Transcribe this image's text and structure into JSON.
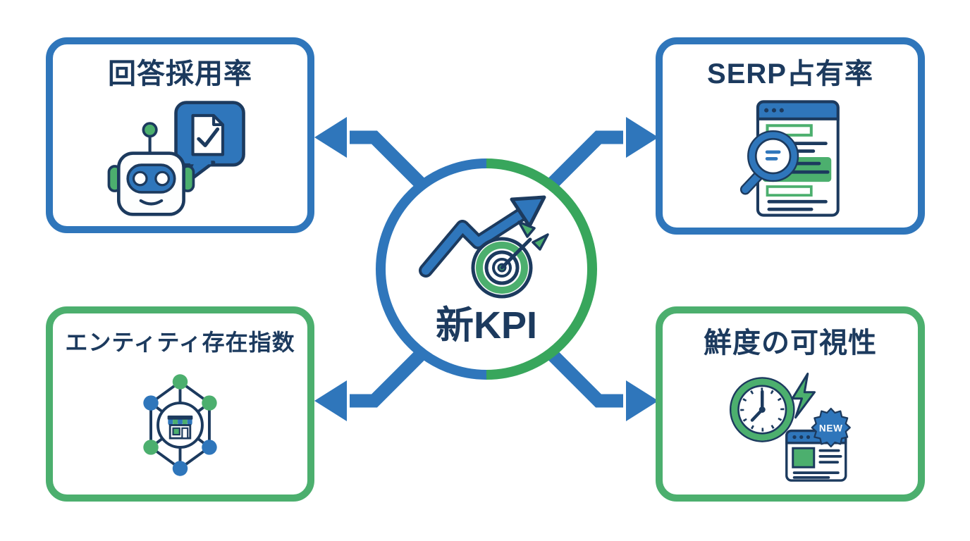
{
  "diagram": {
    "type": "hub-and-spoke",
    "description": "New KPI diagram with four metric boxes connected by outward arrows from a central circle"
  },
  "palette": {
    "blue": "#2f76bb",
    "green": "#4caf6e",
    "circle_green": "#38a65c",
    "navy": "#1c3a5e",
    "background": "#ffffff"
  },
  "center": {
    "label": "新KPI",
    "icon": "growth-arrow-target",
    "ring_left_color": "#2f76bb",
    "ring_right_color": "#38a65c"
  },
  "boxes": [
    {
      "label": "回答採用率",
      "position": "top-left",
      "border_color": "#2f76bb",
      "icon": "robot-with-answer-check-bubble"
    },
    {
      "label": "SERP占有率",
      "position": "top-right",
      "border_color": "#2f76bb",
      "icon": "serp-page-with-magnifier"
    },
    {
      "label": "エンティティ存在指数",
      "position": "bottom-left",
      "border_color": "#4caf6e",
      "icon": "entity-network-with-store"
    },
    {
      "label": "鮮度の可視性",
      "position": "bottom-right",
      "border_color": "#4caf6e",
      "icon": "clock-lightning-new-page",
      "badge_label": "NEW"
    }
  ],
  "arrows": {
    "count": 4,
    "color": "#2f76bb",
    "direction": "outward-from-center"
  }
}
